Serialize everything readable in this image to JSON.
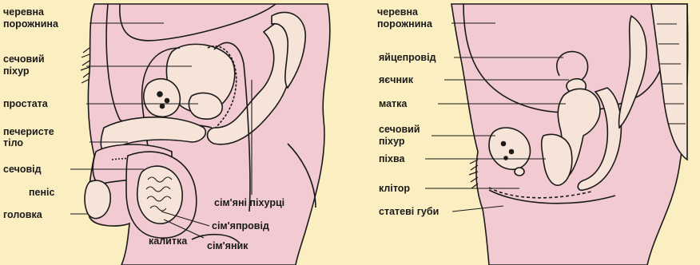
{
  "colors": {
    "page_background": "#fbeec0",
    "skin_fill": "#f1cbd1",
    "outline": "#1a1a1a"
  },
  "male": {
    "labels": {
      "abdominal_cavity_1": "черевна",
      "abdominal_cavity_2": "порожнина",
      "bladder_1": "сечовий",
      "bladder_2": "піхур",
      "prostate": "простата",
      "corpus_1": "печеристе",
      "corpus_2": "тіло",
      "vas_deferens": "сечовід",
      "penis": "пеніс",
      "glans": "головка",
      "scrotum": "калитка",
      "seminal_vesicles": "сім'яні піхурці",
      "spermatic_duct": "сім'япровід",
      "testis": "сім'яник"
    }
  },
  "female": {
    "labels": {
      "abdominal_cavity_1": "черевна",
      "abdominal_cavity_2": "порожнина",
      "oviduct": "яйцепровід",
      "ovary": "яєчник",
      "uterus": "матка",
      "bladder_1": "сечовий",
      "bladder_2": "піхур",
      "vagina": "піхва",
      "clitoris": "клітор",
      "labia": "статеві губи"
    }
  }
}
